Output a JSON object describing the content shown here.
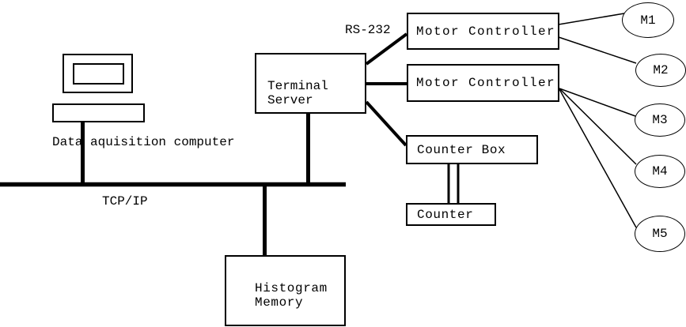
{
  "diagram": {
    "edge_labels": {
      "serial": "RS-232",
      "network": "TCP/IP"
    },
    "computer": {
      "caption": "Data aquisition computer"
    },
    "nodes": {
      "terminal_server": {
        "label": "Terminal Server"
      },
      "motor_controller_1": {
        "label": "Motor Controller"
      },
      "motor_controller_2": {
        "label": "Motor Controller"
      },
      "counter_box": {
        "label": "Counter Box"
      },
      "counter": {
        "label": "Counter"
      },
      "histogram_memory": {
        "label": "Histogram Memory"
      }
    },
    "motors": [
      {
        "label": "M1"
      },
      {
        "label": "M2"
      },
      {
        "label": "M3"
      },
      {
        "label": "M4"
      },
      {
        "label": "M5"
      }
    ],
    "colors": {
      "line": "#000000",
      "background": "#ffffff"
    }
  }
}
